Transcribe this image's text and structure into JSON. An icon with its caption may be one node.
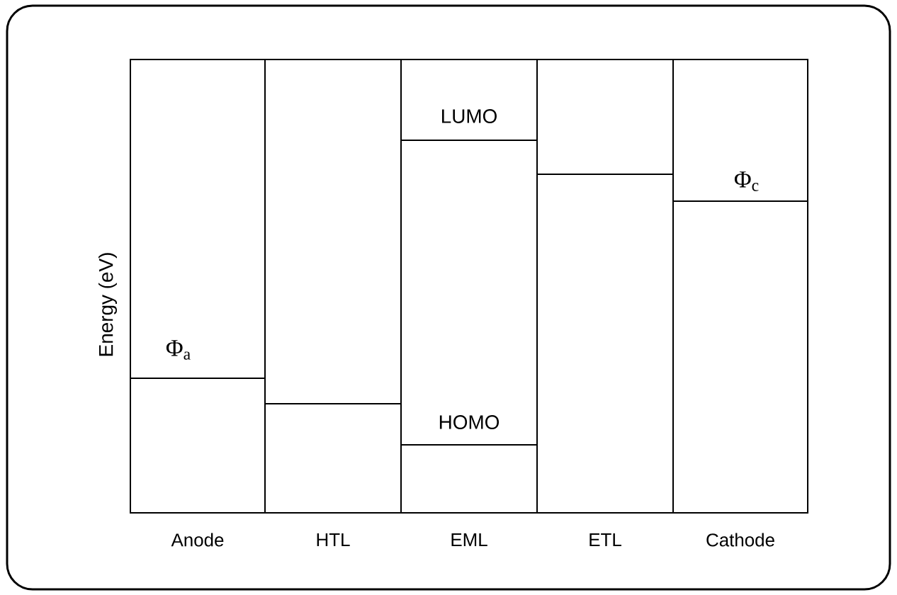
{
  "diagram": {
    "nodes": [
      {
        "text": [
          "Φ$_{a}$",
          "Anode"
        ]
      },
      {
        "text": [
          "HTL"
        ]
      },
      {
        "text": [
          "LUMO",
          "HOMO",
          "EML"
        ]
      },
      {
        "text": [
          "ETL"
        ]
      },
      {
        "text": [
          "Φ$_{c}$",
          "Cathode"
        ]
      }
    ],
    "labels": [
      "Energy (eV)"
    ]
  }
}
